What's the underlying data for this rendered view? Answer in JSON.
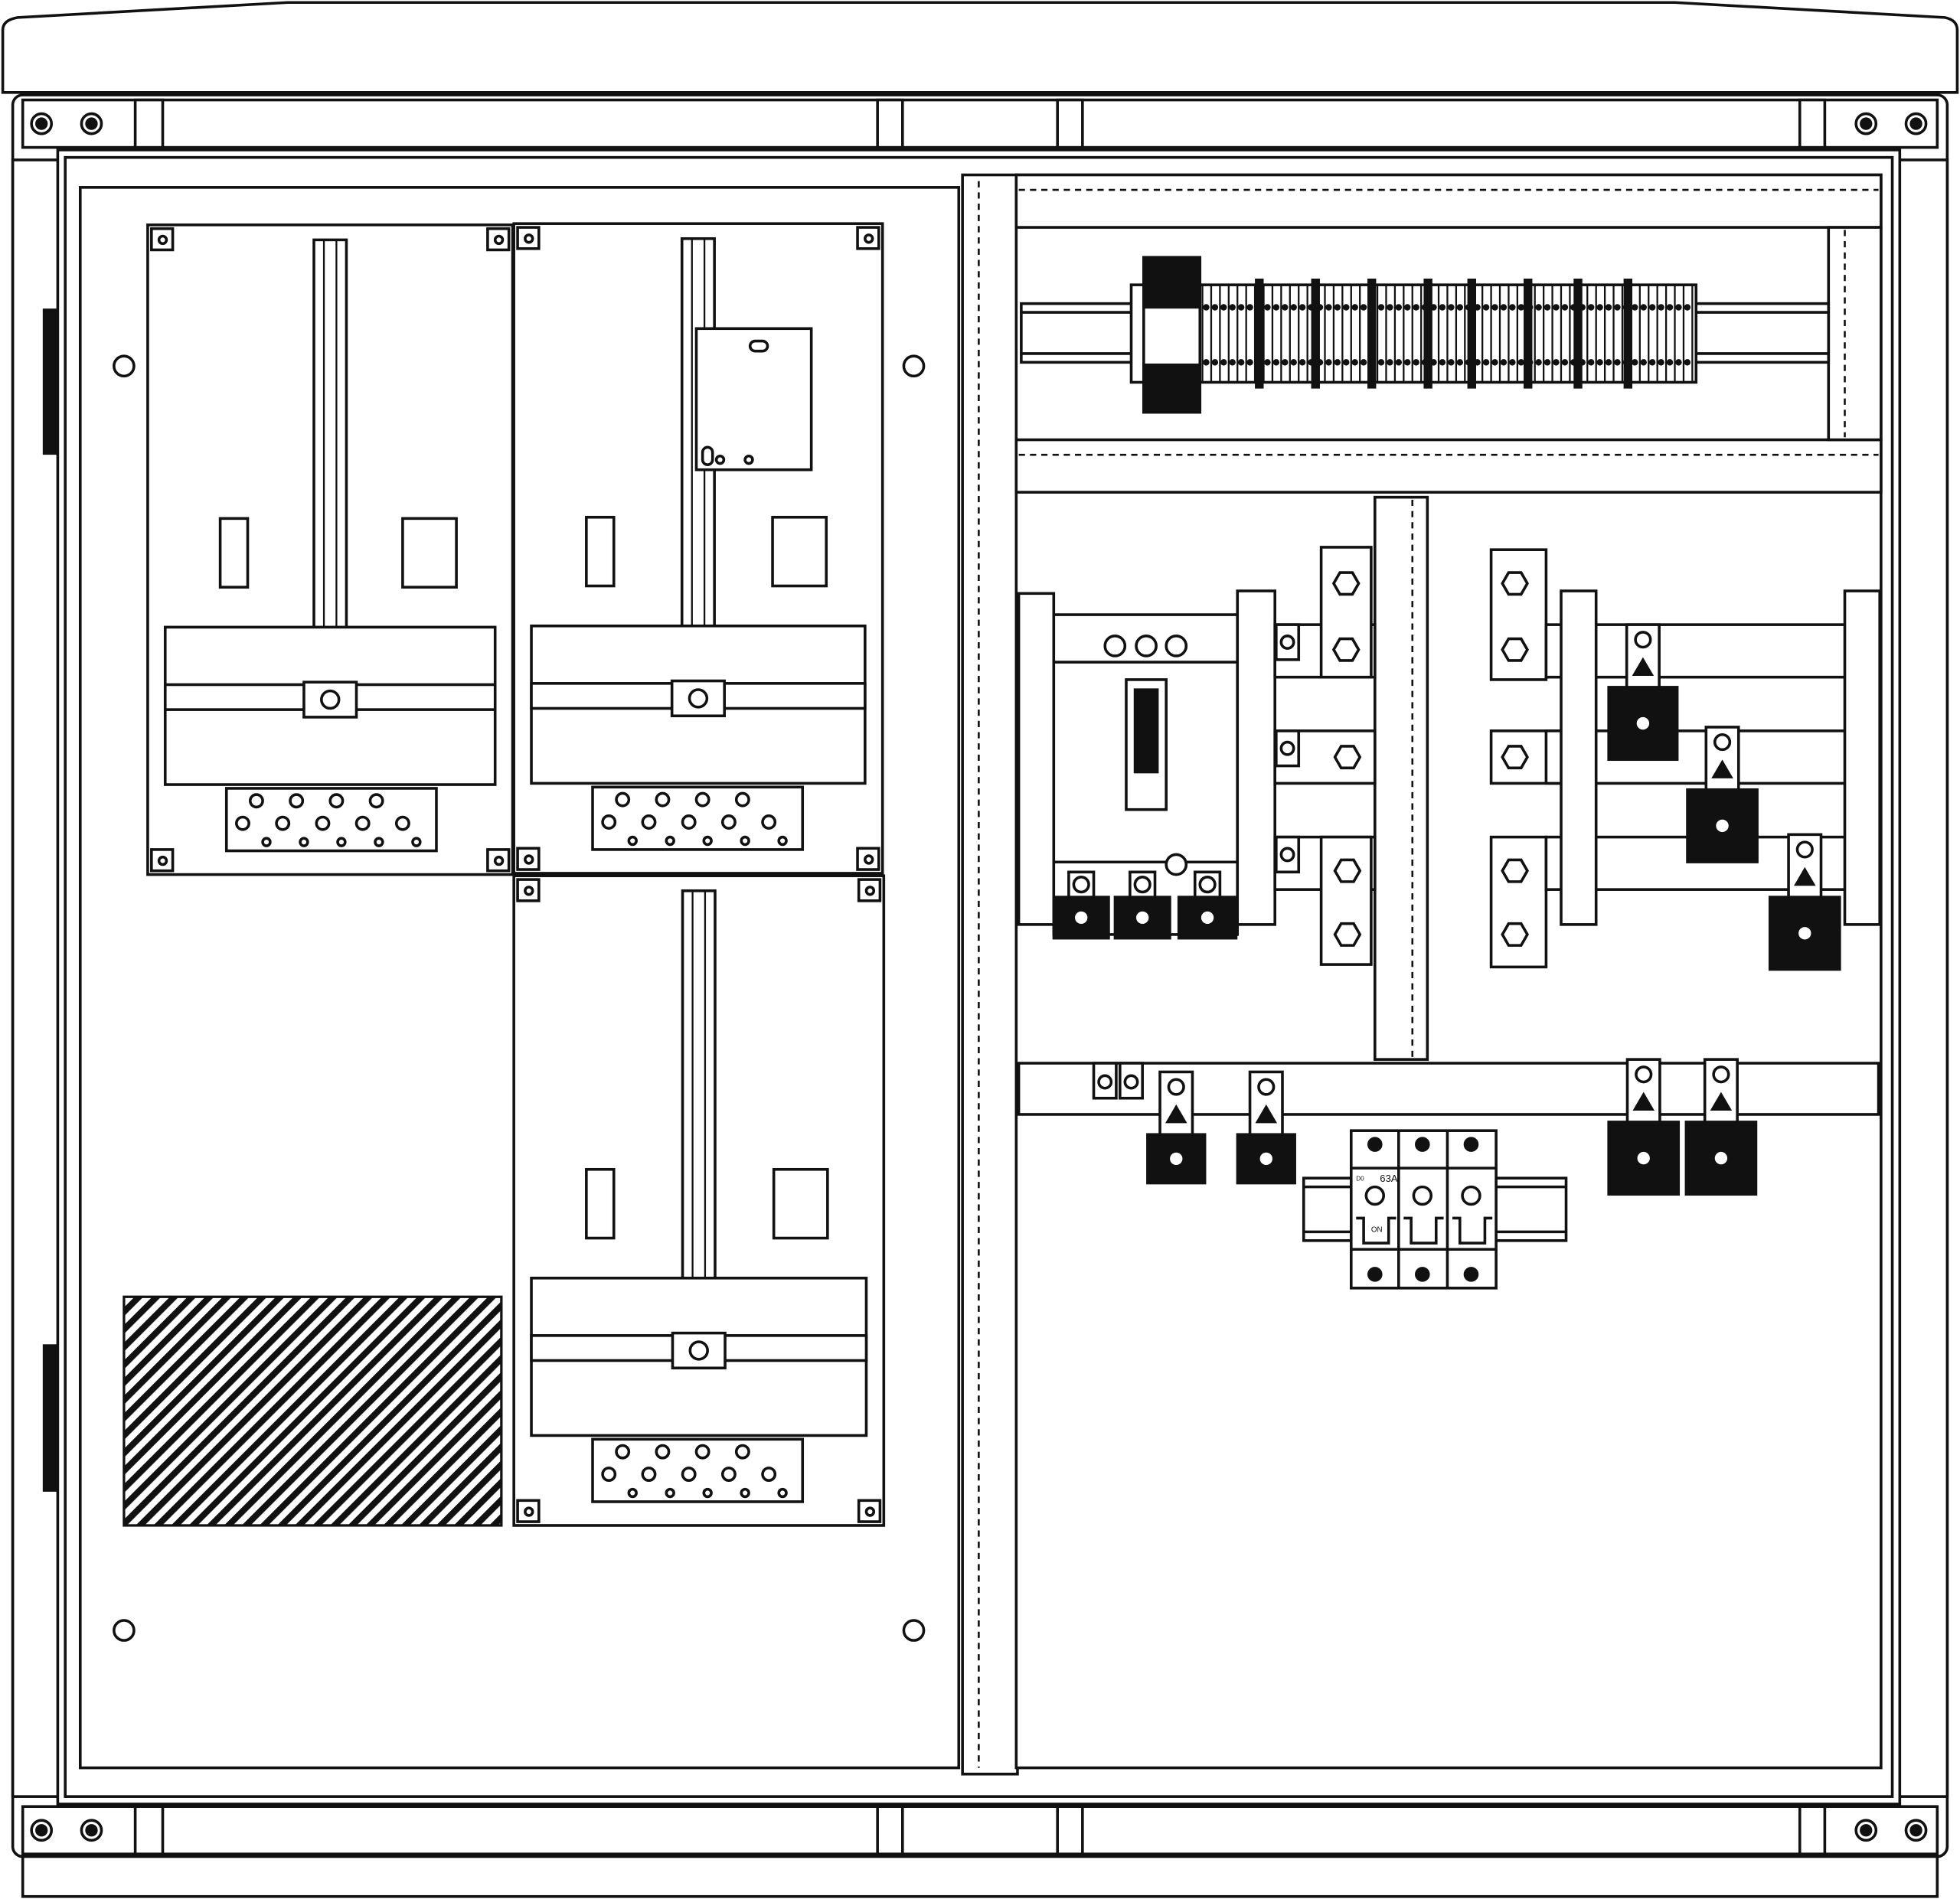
{
  "diagram": {
    "type": "electrical distribution cabinet front view",
    "fuse_switch": {
      "type_label": "D0",
      "rating_label": "63A",
      "state_label": "ON"
    },
    "colors": {
      "line": "#111111",
      "background": "#ffffff"
    }
  }
}
